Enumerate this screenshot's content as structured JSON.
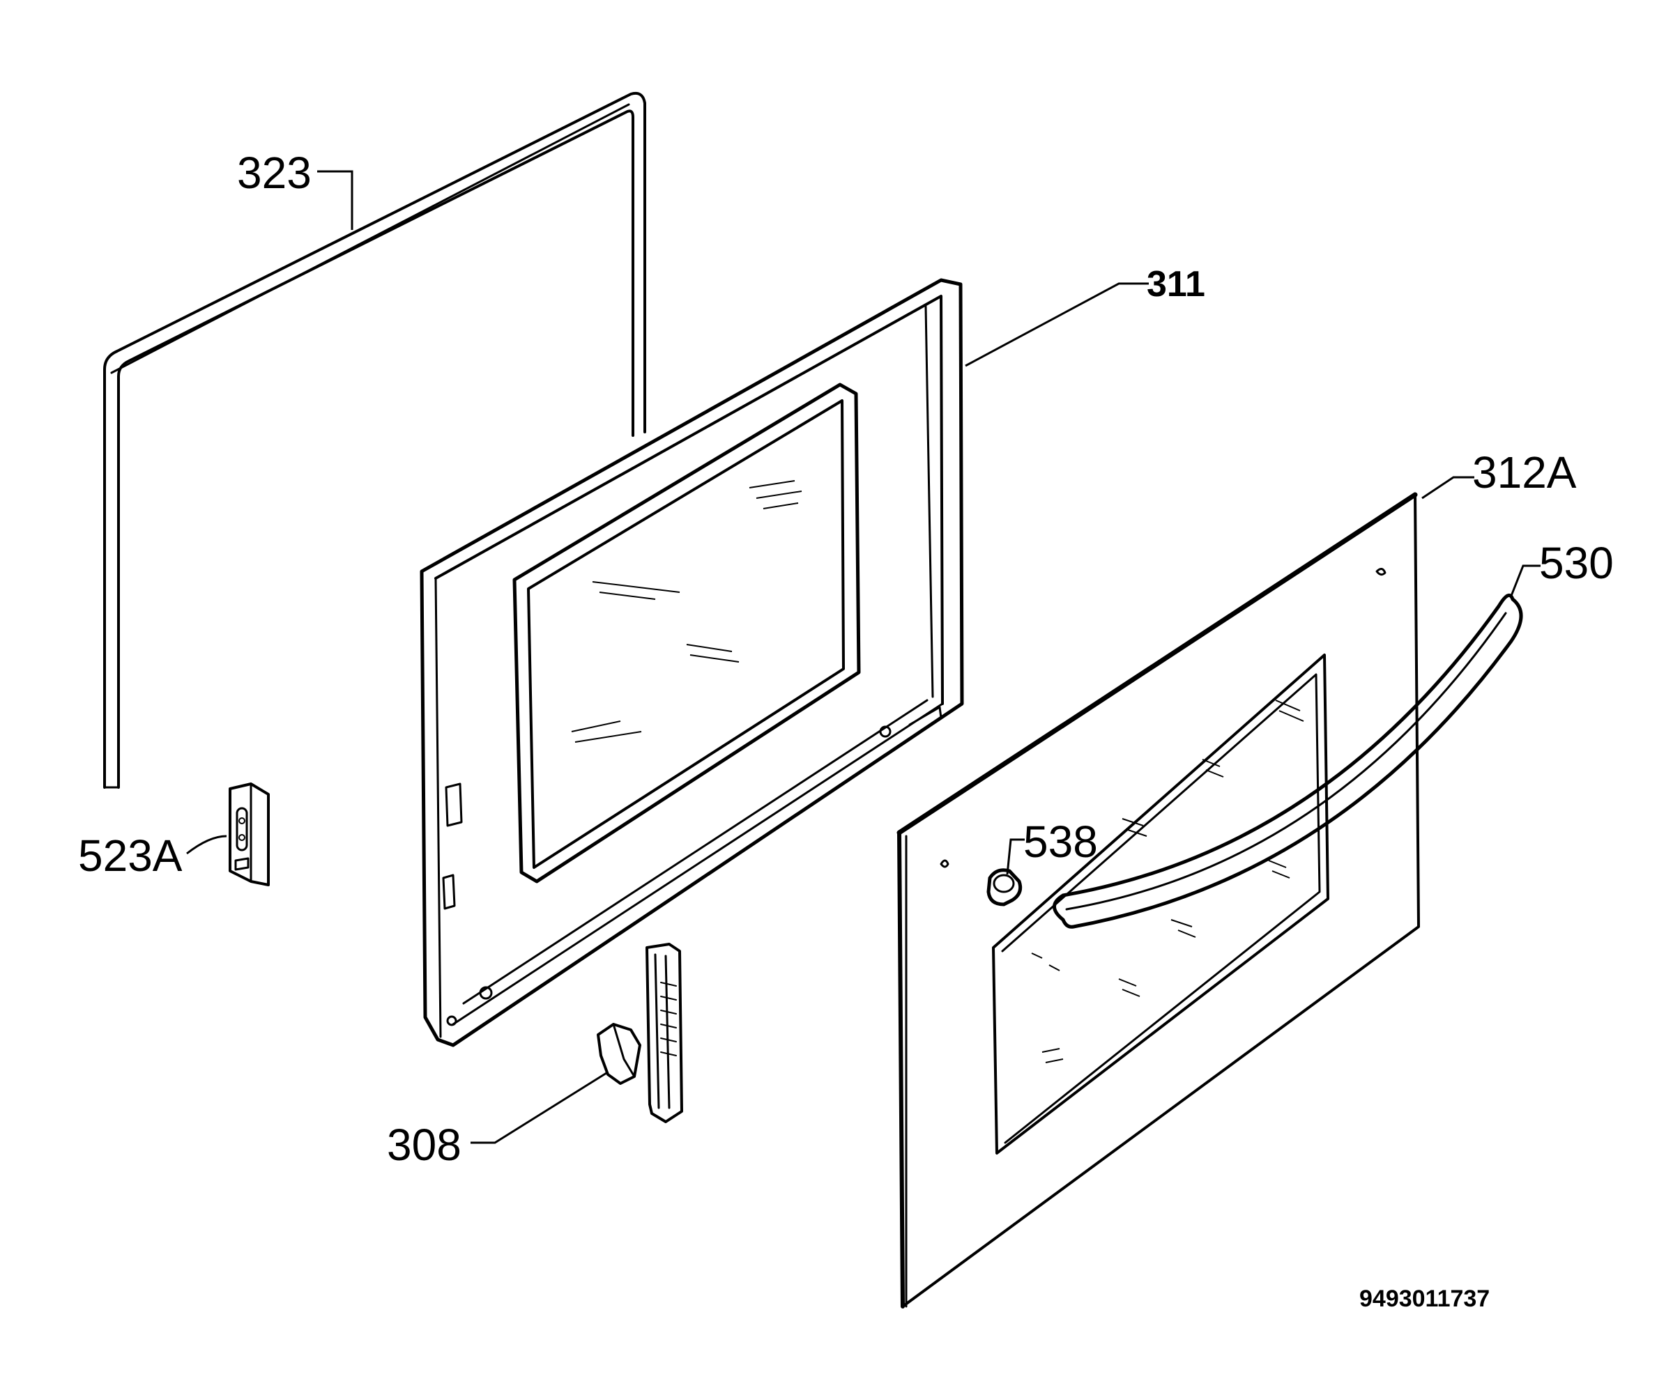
{
  "diagram": {
    "parts": [
      {
        "id": "323",
        "label": "323",
        "description_icon": "door-seal-gasket"
      },
      {
        "id": "311",
        "label": "311",
        "description_icon": "inner-door-frame"
      },
      {
        "id": "312A",
        "label": "312A",
        "description_icon": "outer-door-glass-panel"
      },
      {
        "id": "530",
        "label": "530",
        "description_icon": "door-handle"
      },
      {
        "id": "538",
        "label": "538",
        "description_icon": "handle-end-cap"
      },
      {
        "id": "523A",
        "label": "523A",
        "description_icon": "door-catch"
      },
      {
        "id": "308",
        "label": "308",
        "description_icon": "door-hinge"
      }
    ],
    "reference_number": "9493011737"
  }
}
